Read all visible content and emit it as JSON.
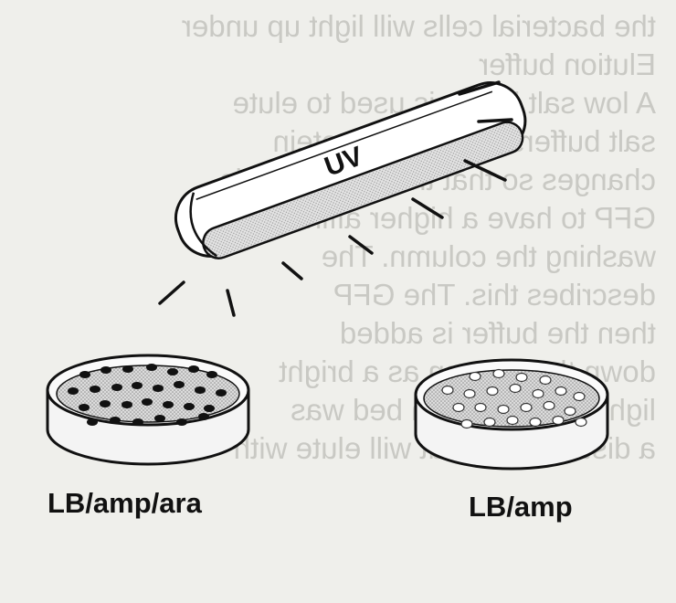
{
  "background_text": [
    "the bacterial cells will light up under",
    "Elution buffer",
    "A low salt buffer is used to elute",
    "salt buffers (which let protein",
    "changes so that the hydrophobic",
    "GFP to have a higher affinity for",
    "washing the column. The",
    "describes this. The GFP",
    "then the buffer is added",
    "down the column as a bright",
    "light. If the column bed was",
    "a distinct ring, but will elute with"
  ],
  "lamp": {
    "label": "UV"
  },
  "plates": [
    {
      "label": "LB/amp/ara",
      "colonies": "dark"
    },
    {
      "label": "LB/amp",
      "colonies": "light"
    }
  ],
  "colors": {
    "ink": "#111111",
    "lamp_body": "#ffffff",
    "lamp_bulb": "#dcdcdc",
    "agar": "#d6d6d6",
    "dark_colony": "#111111",
    "light_colony": "#ffffff"
  }
}
